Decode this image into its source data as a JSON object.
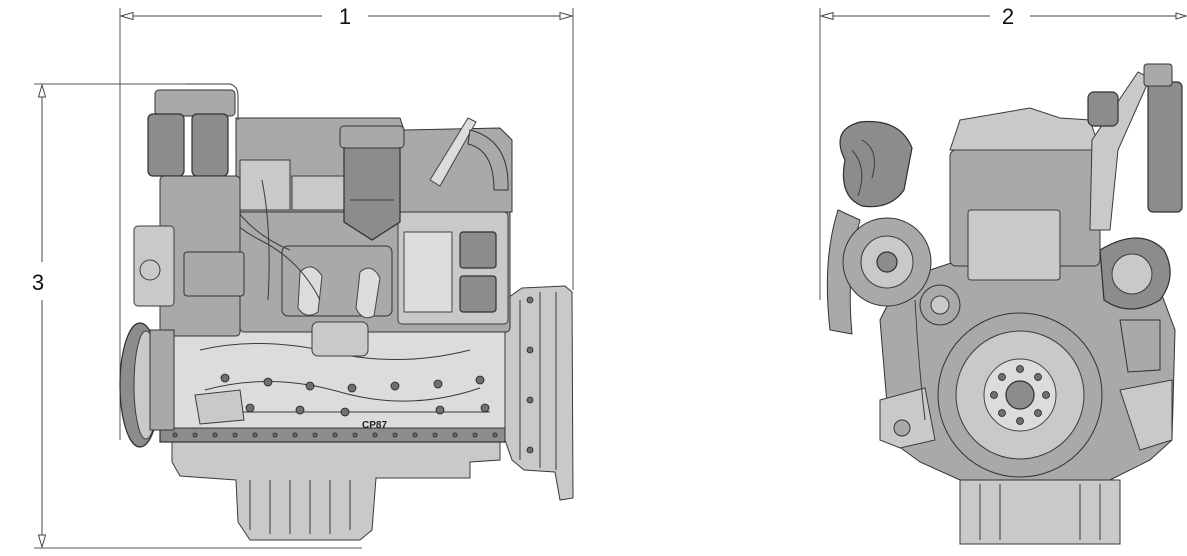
{
  "dimensions": {
    "length_label": "1",
    "width_label": "2",
    "height_label": "3"
  },
  "side_view": {
    "stamp_text": "CP87"
  },
  "colors": {
    "line": "#444444",
    "metal_dark": "#8c8c8c",
    "metal_light": "#c9c9c9"
  }
}
